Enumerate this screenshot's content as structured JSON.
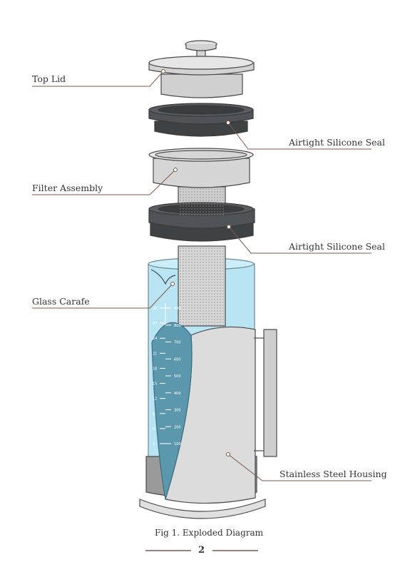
{
  "diagram": {
    "labels": {
      "top_lid": "Top Lid",
      "seal_upper": "Airtight Silicone Seal",
      "filter_assembly": "Filter Assembly",
      "seal_lower": "Airtight Silicone Seal",
      "glass_carafe": "Glass Carafe",
      "housing": "Stainless Steel Housing"
    },
    "caption": "Fig 1. Exploded Diagram",
    "page_number": "2",
    "scale_marks": [
      "900",
      "800",
      "700",
      "600",
      "500",
      "400",
      "300",
      "200",
      "100"
    ],
    "scale_marks_left": [
      "30",
      "27",
      "24",
      "21",
      "18",
      "15",
      "12",
      "9",
      "6",
      "3"
    ],
    "colors": {
      "outline": "#4a4a4a",
      "steel": "#dcdcdc",
      "steel_dark": "#c8c8c8",
      "seal": "#4f5357",
      "seal_dark": "#3e4245",
      "glass": "#b9e4f3",
      "water": "#5c98ad",
      "leader": "#7a5a4a",
      "rule": "#7a5a4a"
    }
  }
}
